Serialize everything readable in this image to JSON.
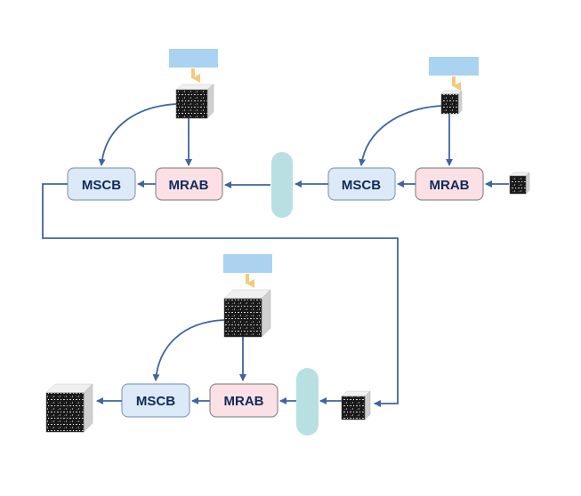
{
  "blocks": {
    "stage1_mscb": "MSCB",
    "stage1_mrab": "MRAB",
    "stage2_mscb": "MSCB",
    "stage2_mrab": "MRAB",
    "stage3_mscb": "MSCB",
    "stage3_mrab": "MRAB"
  },
  "colors": {
    "mscb_fill": "#dce9f7",
    "mscb_stroke": "#8aa0bf",
    "mrab_fill": "#fbe0e6",
    "mrab_stroke": "#8e8e8e",
    "connector": "#3f64a0",
    "input_bar": "#a9d3f0",
    "yellow_arrow": "#f6c97a",
    "fusion_node": "#b8e0e3"
  }
}
